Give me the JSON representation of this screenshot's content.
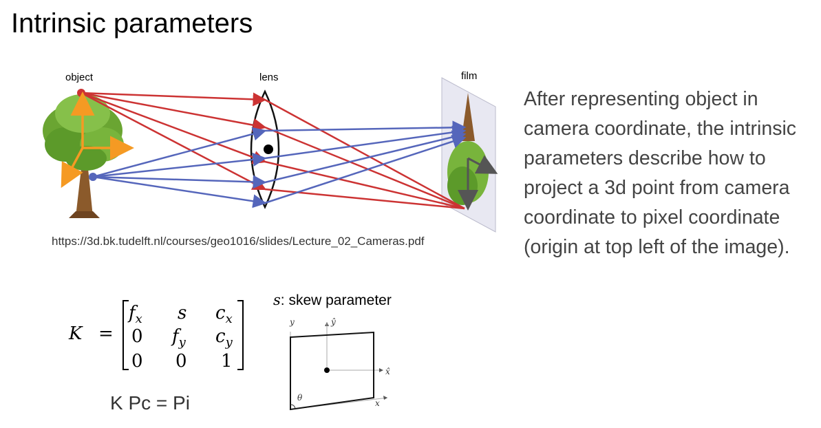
{
  "title": "Intrinsic parameters",
  "diagram": {
    "object_label": "object",
    "lens_label": "lens",
    "film_label": "film",
    "colors": {
      "red_ray": "#cc3333",
      "blue_ray": "#5566bb",
      "axis_orange": "#f59a23",
      "tree_green": "#6aa532",
      "trunk": "#8b5a2b"
    }
  },
  "source_url": "https://3d.bk.tudelft.nl/courses/geo1016/slides/Lecture_02_Cameras.pdf",
  "description": "After representing object in camera coordinate, the intrinsic parameters describe how to project a 3d point from camera coordinate to pixel coordinate (origin at top left of the image).",
  "matrix": {
    "lhs": "K",
    "rows": [
      [
        "f_x",
        "s",
        "c_x"
      ],
      [
        "0",
        "f_y",
        "c_y"
      ],
      [
        "0",
        "0",
        "1"
      ]
    ]
  },
  "equation": "K Pc = Pi",
  "skew": {
    "symbol": "s",
    "label": ": skew parameter",
    "y_label": "y",
    "yhat_label": "ŷ",
    "xhat_label": "x̂",
    "x_label": "x",
    "theta_label": "θ"
  }
}
